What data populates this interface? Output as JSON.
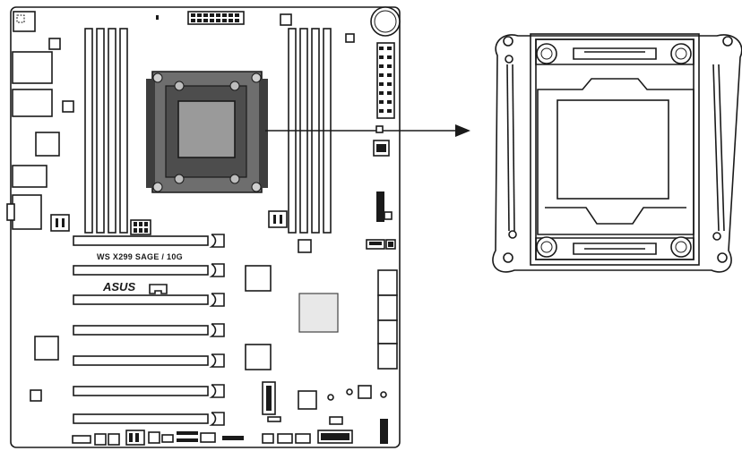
{
  "board": {
    "model_label": "WS X299 SAGE / 10G",
    "brand_logo": "ASUS"
  },
  "colors": {
    "socket_retention": "#6e6e6e",
    "socket_dark": "#3d3d3d",
    "cpu_die": "#9a9a9a",
    "chipset": "#e8e8e8",
    "line": "#1a1a1a"
  },
  "icons": {
    "pointer": "arrow-right",
    "detail_view": "lga2066-socket-closeup"
  }
}
